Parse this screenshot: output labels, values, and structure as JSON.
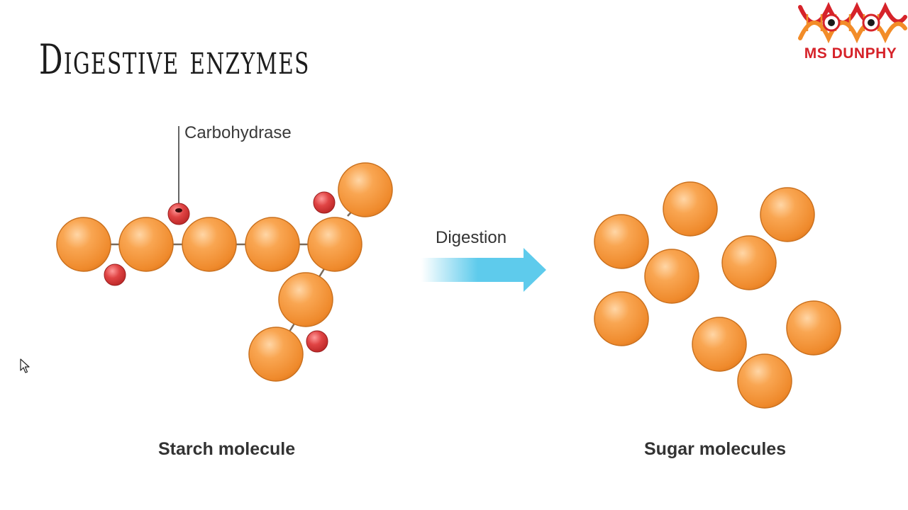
{
  "slide": {
    "title": "Digestive enzymes",
    "logo_text": "MS DUNPHY"
  },
  "diagram": {
    "enzyme_label": "Carbohydrase",
    "arrow_label": "Digestion",
    "starch_caption": "Starch molecule",
    "sugar_caption": "Sugar molecules"
  },
  "colors": {
    "sugar_unit": "#f39a3e",
    "enzyme": "#d93a3a",
    "arrow": "#5ecbec",
    "logo_red": "#d6232a",
    "logo_orange": "#f28c28"
  },
  "icons": [
    "dna-helix-logo-icon",
    "mouse-cursor-icon"
  ]
}
